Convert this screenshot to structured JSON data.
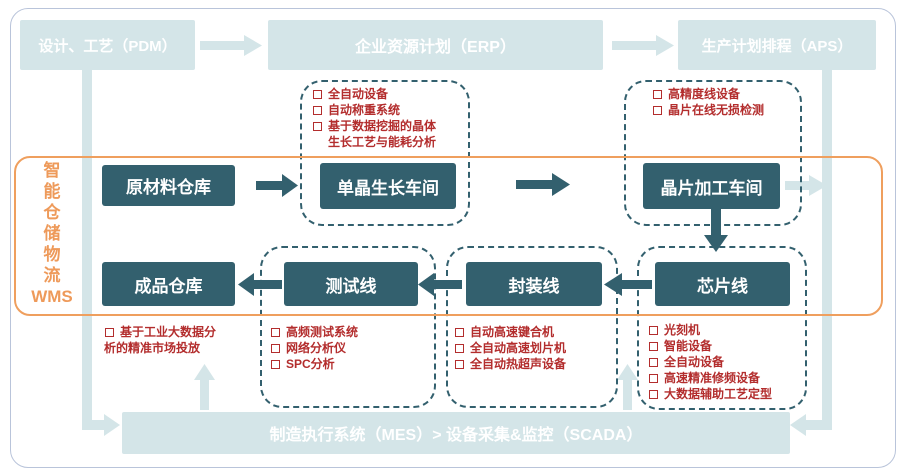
{
  "top_row": {
    "pdm": "设计、工艺（PDM）",
    "erp": "企业资源计划（ERP）",
    "aps": "生产计划排程（APS）"
  },
  "bottom_bar": {
    "label": "制造执行系统（MES）> 设备采集&监控（SCADA）"
  },
  "wms": {
    "chars": [
      "智",
      "能",
      "仓",
      "储",
      "物",
      "流"
    ],
    "abbr": "WMS"
  },
  "nodes": {
    "raw_warehouse": "原材料仓库",
    "crystal_workshop": "单晶生长车间",
    "wafer_workshop": "晶片加工车间",
    "chip_line": "芯片线",
    "packaging_line": "封装线",
    "test_line": "测试线",
    "finished_warehouse": "成品仓库"
  },
  "lists": {
    "crystal": [
      "全自动设备",
      "自动称重系统",
      "基于数据挖掘的晶体",
      "生长工艺与能耗分析"
    ],
    "wafer": [
      "高精度线设备",
      "晶片在线无损检测"
    ],
    "chip": [
      "光刻机",
      "智能设备",
      "全自动设备",
      "高速精准修频设备",
      "大数据辅助工艺定型"
    ],
    "packaging": [
      "自动高速键合机",
      "全自动高速划片机",
      "全自动热超声设备"
    ],
    "test": [
      "高频测试系统",
      "网络分析仪",
      "SPC分析"
    ],
    "market": [
      "基于工业大数据分",
      "析的精准市场投放"
    ]
  },
  "colors": {
    "dark_box": "#33606e",
    "pale_box": "#d4e5e8",
    "wms_orange": "#ef9f5e",
    "list_red": "#b32d2d"
  }
}
